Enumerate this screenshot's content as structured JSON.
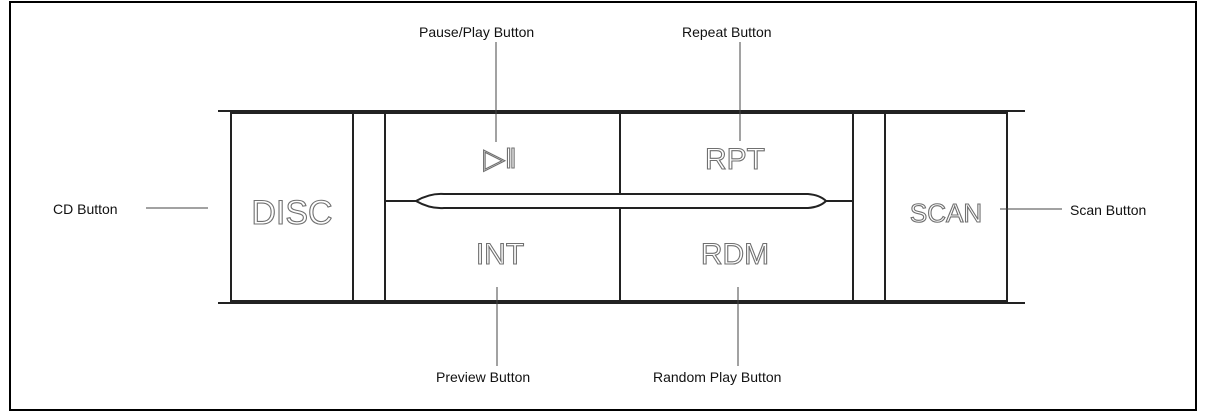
{
  "buttons": {
    "disc": "DISC",
    "play_pause_glyph": "▷‖",
    "rpt": "RPT",
    "int": "INT",
    "rdm": "RDM",
    "scan": "SCAN"
  },
  "callouts": {
    "pause_play": "Pause/Play Button",
    "repeat": "Repeat Button",
    "cd": "CD Button",
    "scan": "Scan Button",
    "preview": "Preview Button",
    "random_play": "Random Play Button"
  }
}
